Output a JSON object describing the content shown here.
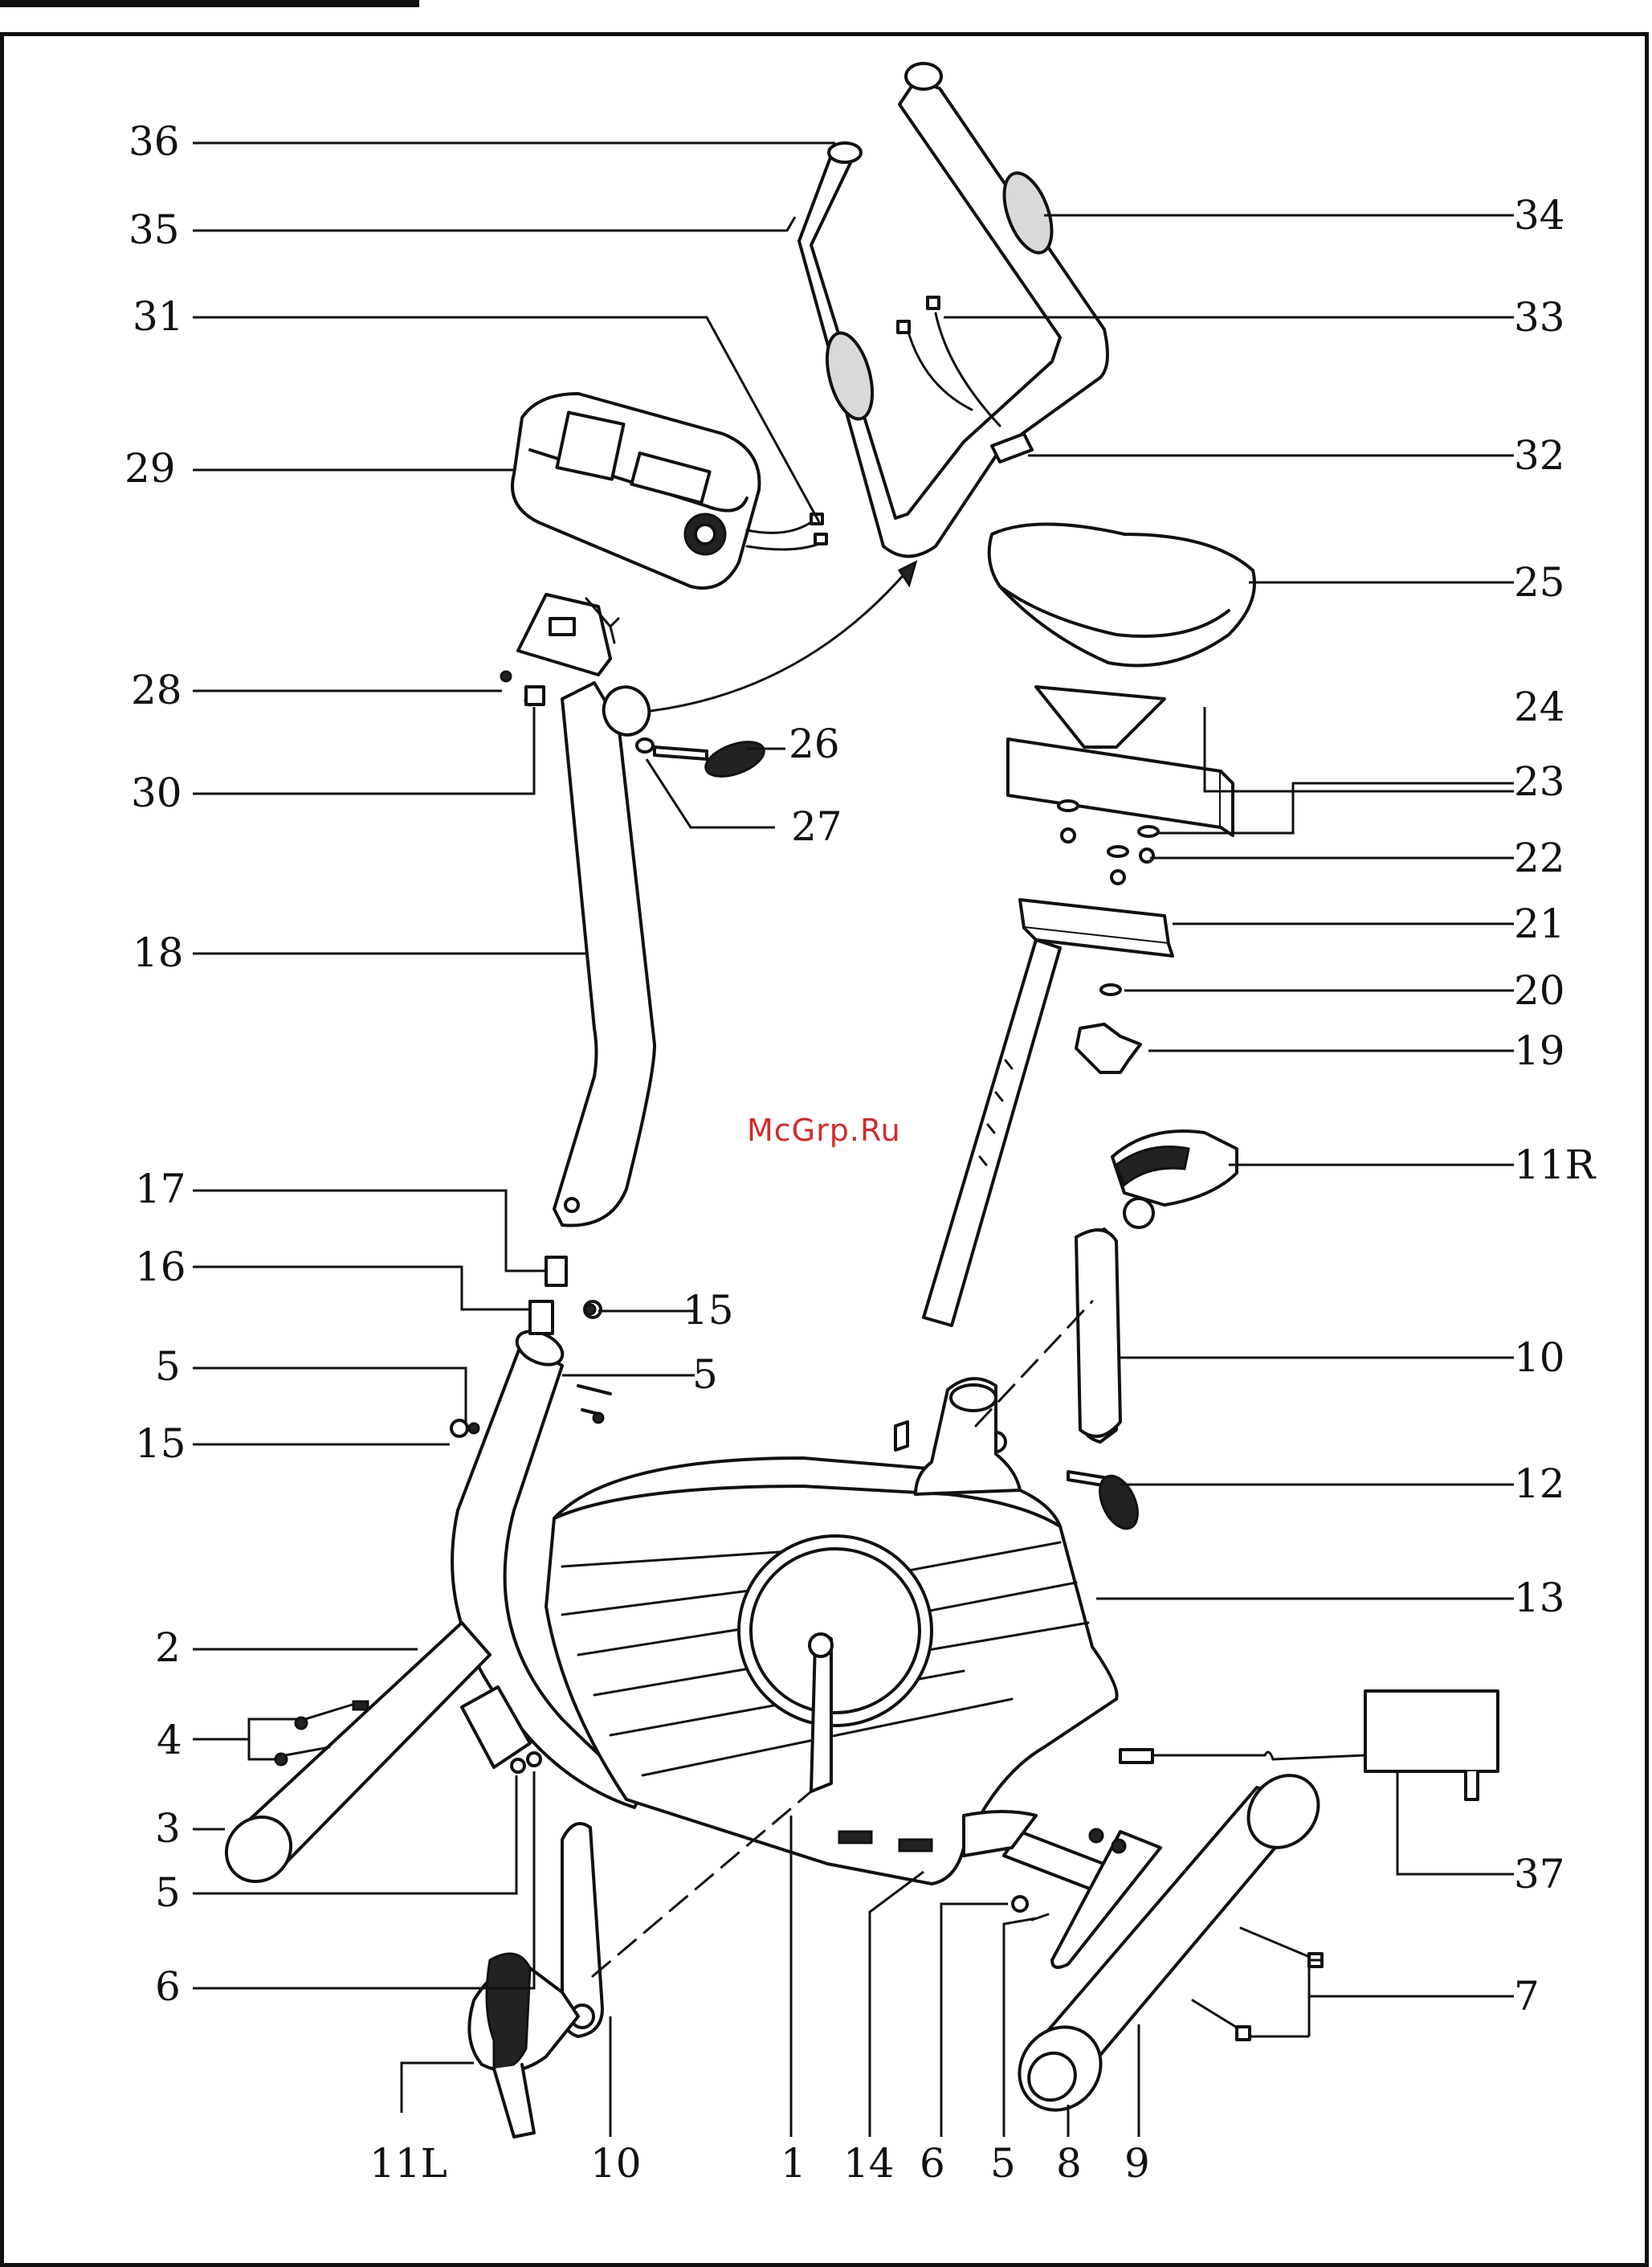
{
  "watermark": "McGrp.Ru",
  "callouts": {
    "c36": "36",
    "c35": "35",
    "c31": "31",
    "c29": "29",
    "c28": "28",
    "c30": "30",
    "c18": "18",
    "c17": "17",
    "c16": "16",
    "c5a": "5",
    "c15a": "15",
    "c2": "2",
    "c4": "4",
    "c3": "3",
    "c5b": "5",
    "c6a": "6",
    "c34": "34",
    "c33": "33",
    "c32": "32",
    "c25": "25",
    "c24": "24",
    "c23": "23",
    "c22": "22",
    "c21": "21",
    "c20": "20",
    "c19": "19",
    "c11r": "11R",
    "c10a": "10",
    "c12": "12",
    "c13": "13",
    "c37": "37",
    "c7": "7",
    "c26": "26",
    "c27": "27",
    "c15b": "15",
    "c5c": "5",
    "b11l": "11L",
    "b10": "10",
    "b1": "1",
    "b14": "14",
    "b6": "6",
    "b5": "5",
    "b8": "8",
    "b9": "9"
  }
}
